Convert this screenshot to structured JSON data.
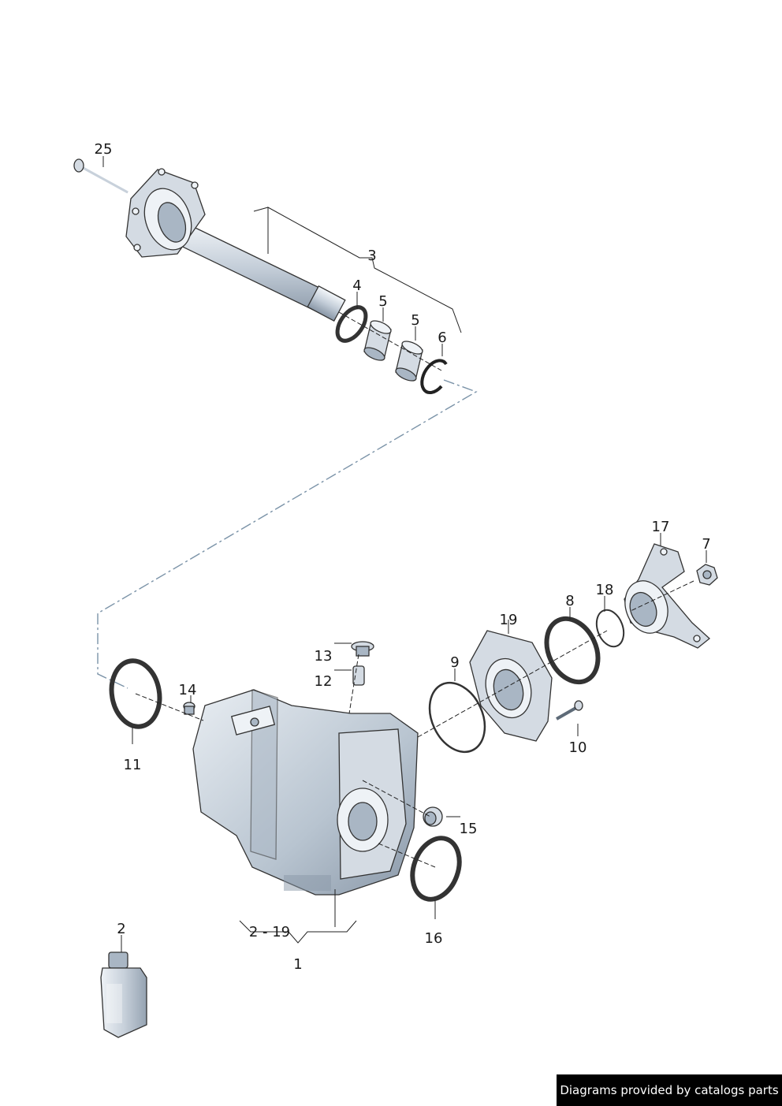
{
  "callouts": {
    "c25": "25",
    "c3": "3",
    "c4": "4",
    "c5a": "5",
    "c5b": "5",
    "c6": "6",
    "c17": "17",
    "c7": "7",
    "c18": "18",
    "c8": "8",
    "c19": "19",
    "c13": "13",
    "c12": "12",
    "c9": "9",
    "c14": "14",
    "c10": "10",
    "c11": "11",
    "c15": "15",
    "c16": "16",
    "c2": "2",
    "c2_19": "2 - 19",
    "c1": "1"
  },
  "watermark": "Diagrams provided by catalogs parts"
}
